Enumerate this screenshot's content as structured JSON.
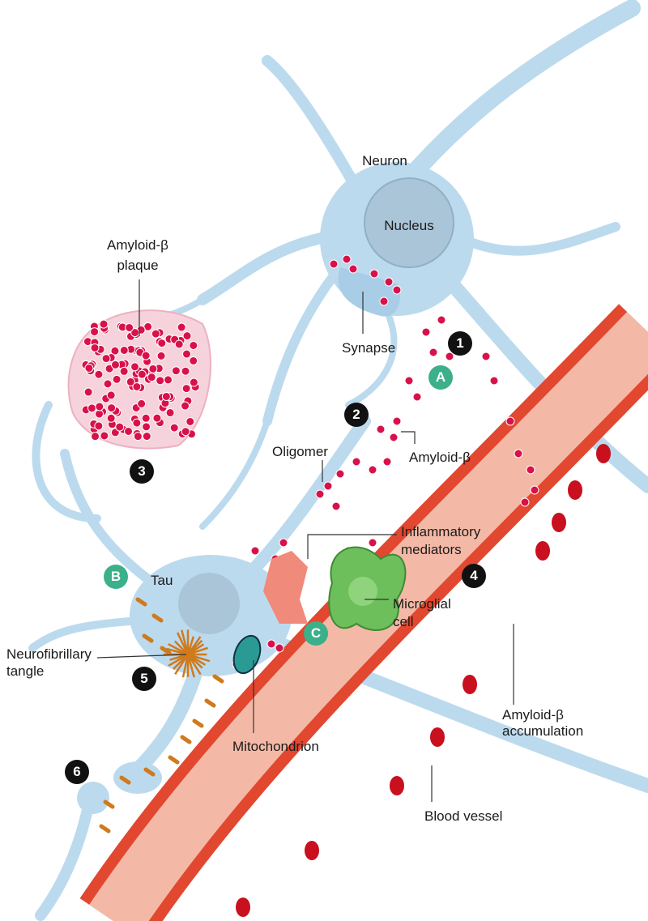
{
  "labels": {
    "neuron": "Neuron",
    "nucleus": "Nucleus",
    "plaque_1": "Amyloid-β",
    "plaque_2": "plaque",
    "synapse": "Synapse",
    "amyloid_beta": "Amyloid-β",
    "oligomer": "Oligomer",
    "inflammatory_1": "Inflammatory",
    "inflammatory_2": "mediators",
    "microglial_1": "Microglial",
    "microglial_2": "cell",
    "tau": "Tau",
    "tangle_1": "Neurofibrillary",
    "tangle_2": "tangle",
    "mitochondrion": "Mitochondrion",
    "accumulation_1": "Amyloid-β",
    "accumulation_2": "accumulation",
    "blood_vessel": "Blood vessel"
  },
  "markers": {
    "m1": "1",
    "m2": "2",
    "m3": "3",
    "m4": "4",
    "m5": "5",
    "m6": "6",
    "mA": "A",
    "mB": "B",
    "mC": "C"
  },
  "colors": {
    "neuron": "#bcdaee",
    "neuron_outline": "#8fb9d6",
    "vessel_wall": "#e2472f",
    "vessel_lumen": "#f4b9a6",
    "amyloid": "#d9114a",
    "marker_black": "#111111",
    "marker_green": "#3bb08a",
    "tau": "#cf7a1c",
    "microglia": "#6cbf5a"
  }
}
